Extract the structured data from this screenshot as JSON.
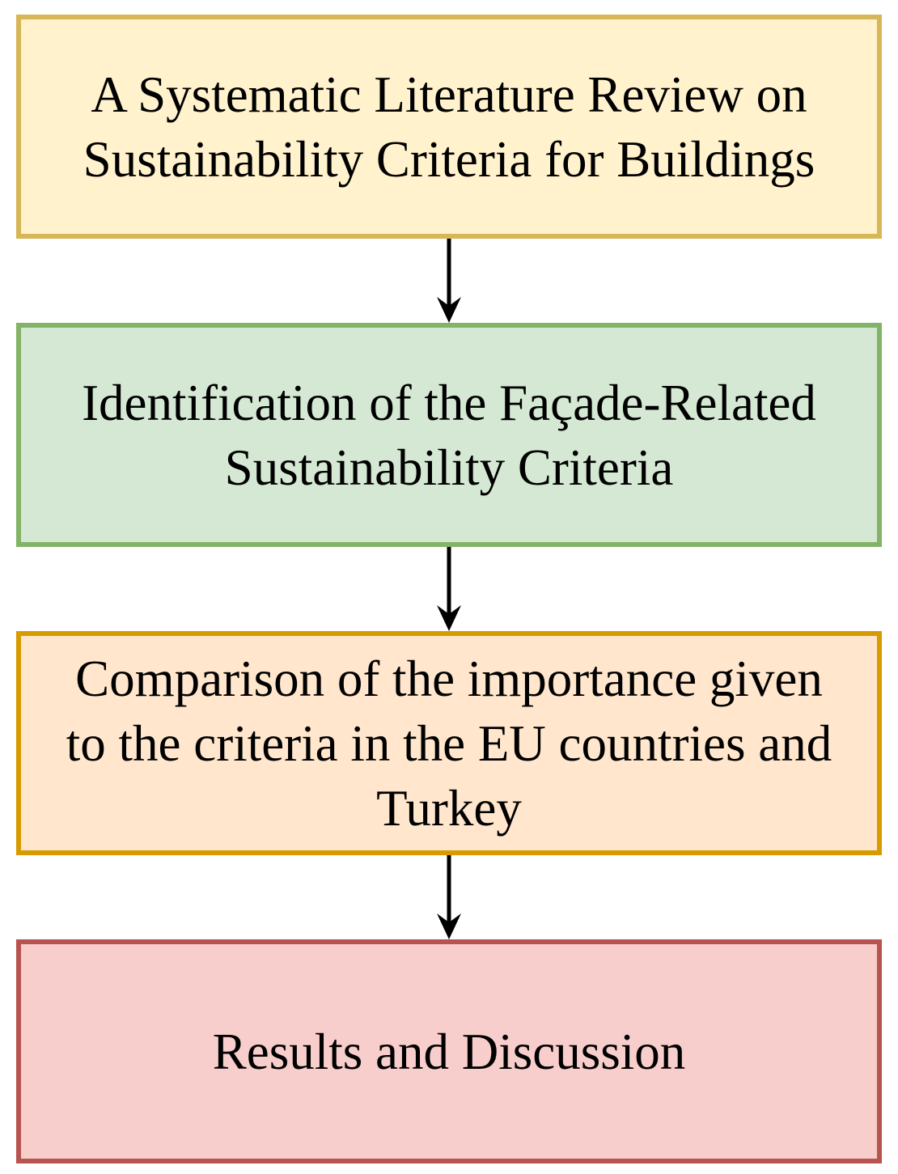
{
  "diagram": {
    "type": "flowchart",
    "direction": "top-down",
    "background": "#ffffff",
    "arrow_color": "#000000",
    "text_color": "#000000",
    "steps": [
      {
        "id": "literature-review",
        "label": "A Systematic Literature Review on\nSustainability Criteria for Buildings",
        "fill": "#FFF2CC",
        "border": "#D6B656"
      },
      {
        "id": "identification-criteria",
        "label": "Identification of the Façade-Related\nSustainability Criteria",
        "fill": "#D5E8D4",
        "border": "#82B366"
      },
      {
        "id": "comparison-eu-turkey",
        "label": "Comparison of the importance given\nto the criteria in the EU countries and\nTurkey",
        "fill": "#FFE6CC",
        "border": "#D79B00"
      },
      {
        "id": "results-discussion",
        "label": "Results and Discussion",
        "fill": "#F8CECC",
        "border": "#B85450"
      }
    ]
  }
}
